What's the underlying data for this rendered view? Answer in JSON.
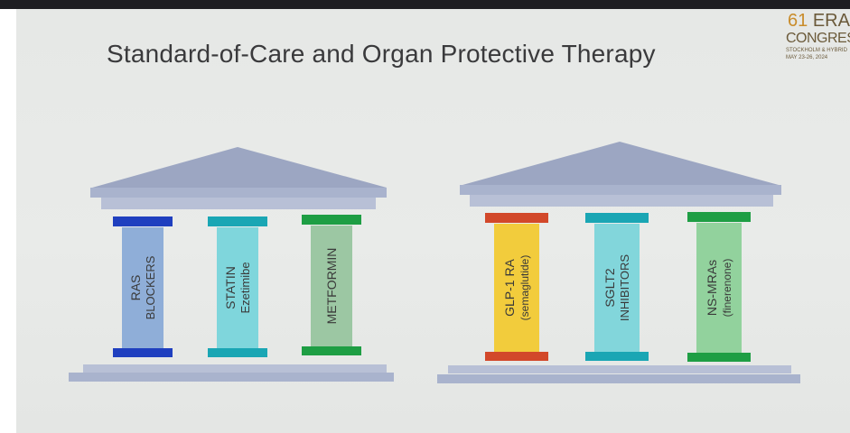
{
  "slide": {
    "title": "Standard-of-Care and Organ Protective Therapy",
    "logo": {
      "num": "61",
      "word": "ERA",
      "line2": "CONGRES",
      "line3": "STOCKHOLM & HYBRID",
      "line4": "MAY 23-26, 2024"
    }
  },
  "temples": [
    {
      "columns": [
        {
          "line1": "RAS",
          "line2": "BLOCKERS",
          "fill": "#8faed8",
          "cap": "#1f3fbf"
        },
        {
          "line1": "STATIN",
          "line2": "Ezetimibe",
          "fill": "#7fd6dc",
          "cap": "#1aa6b4"
        },
        {
          "line1": "METFORMIN",
          "line2": "",
          "fill": "#9cc7a3",
          "cap": "#1e9e44"
        }
      ]
    },
    {
      "columns": [
        {
          "line1": "GLP-1 RA",
          "line2": "(semaglutide)",
          "fill": "#f2cc3c",
          "cap": "#d2482a"
        },
        {
          "line1": "SGLT2",
          "line2": "INHIBITORS",
          "fill": "#82d6db",
          "cap": "#1aa6b4"
        },
        {
          "line1": "NS-MRAs",
          "line2": "(finerenone)",
          "fill": "#92d29d",
          "cap": "#1e9e44"
        }
      ]
    }
  ],
  "colors": {
    "roof": "#9ca6c2",
    "entablature": "#a9b3cd",
    "base": "#a9b3cd"
  }
}
